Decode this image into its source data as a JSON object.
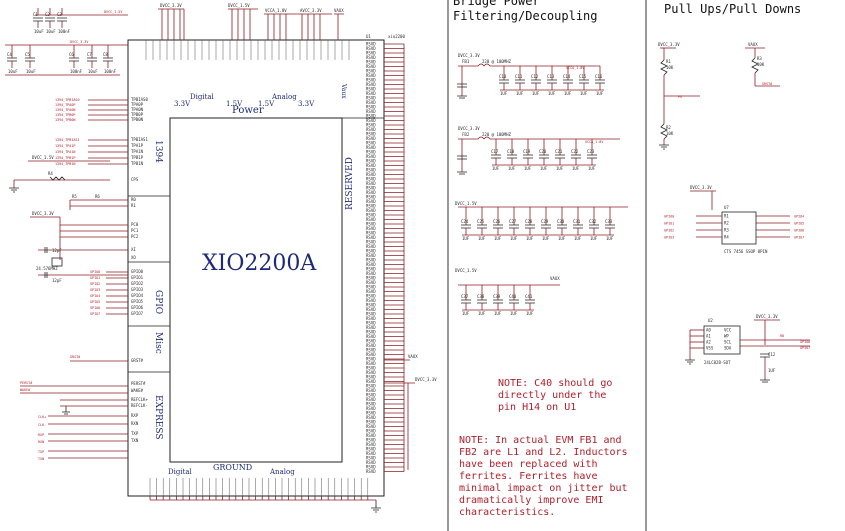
{
  "chip": {
    "name": "XIO2200A",
    "block_1394": "1394",
    "block_gpio": "GPIO",
    "block_misc": "Misc",
    "block_express": "EXPRESS",
    "block_reserved": "RESERVED",
    "power": "Power",
    "digital_top": "Digital",
    "analog_top": "Analog",
    "v33_left": "3.3V",
    "v15_a": "1.5V",
    "v15_b": "1.5V",
    "v33_right": "3.3V",
    "vaux": "Vaux",
    "ground": "GROUND",
    "digital_bottom": "Digital",
    "analog_bottom": "Analog",
    "ref": "U1",
    "part": "xio2200"
  },
  "left_nets": {
    "dvcc_top": "DVCC_3.3V",
    "dvcc_15": "DVCC_1.5V",
    "avcc_33": "AVCC_3.3V",
    "avcc_15": "VCCA_1.8V",
    "vaux": "VAUX",
    "tpb": [
      "1394_TPBIAS0",
      "1394_TPA0P",
      "1394_TPA0N",
      "1394_TPB0P",
      "1394_TPB0N"
    ],
    "tpb2": [
      "1394_TPBIAS1",
      "1394_TPA1P",
      "1394_TPA1N",
      "1394_TPB1P",
      "1394_TPB1N"
    ],
    "dvcc_left": "DVCC_1.5V",
    "r4": "R4",
    "r5": "R5",
    "r6": "R6",
    "dvcc_mid": "DVCC_3.3V",
    "c_labels": [
      "C1",
      "C2",
      "C3",
      "C4",
      "C5",
      "C6",
      "C7",
      "C8"
    ],
    "cap_vals": [
      "10uF",
      "10uF",
      "100nF",
      "10uF",
      "10uF",
      "100nF",
      "10uF",
      "100nF"
    ],
    "crystal": "24.576MHZ",
    "c_xtal_a": "12pF",
    "c_xtal_b": "12pF",
    "gpio": [
      "GPIO0",
      "GPIO1",
      "GPIO2",
      "GPIO3",
      "GPIO4",
      "GPIO5",
      "GPIO6",
      "GPIO7"
    ],
    "grst": "GRST#",
    "perst": "PERST#",
    "wake": "WAKE#",
    "clk": [
      "CLK+",
      "CLK-"
    ],
    "rxp": [
      "RXP",
      "RXN"
    ],
    "txp": [
      "TXP",
      "TXN"
    ]
  },
  "chip_pins_left": [
    "TPBIAS0",
    "TPA0P",
    "TPA0N",
    "TPB0P",
    "TPB0N",
    "TPBIAS1",
    "TPA1P",
    "TPA1N",
    "TPB1P",
    "TPB1N",
    "CPS",
    "R0",
    "R1",
    "PC0",
    "PC1",
    "PC2",
    "XI",
    "XO",
    "GPIO0",
    "GPIO1",
    "GPIO2",
    "GPIO3",
    "GPIO4",
    "GPIO5",
    "GPIO6",
    "GPIO7",
    "GRST#",
    "PERST#",
    "WAKE#",
    "REFCLK+",
    "REFCLK-",
    "RXP",
    "RXN",
    "TXP",
    "TXN"
  ],
  "reserved_rows": 96,
  "sections": {
    "bridge_title_1": "Bridge Power",
    "bridge_title_2": "Filtering/Decoupling",
    "pull_title": "Pull Ups/Pull Downs"
  },
  "bridge": {
    "dvcc33": "DVCC_3.3V",
    "fb1": "FB1",
    "fb1_val": "220 @ 100MHZ",
    "vcca18": "VCCA_1.8V",
    "fb2": "FB2",
    "fb2_val": "220 @ 100MHZ",
    "dvcc15": "DVCC_1.5V",
    "vaux": "VAUX",
    "cap_refs_1": [
      "C10",
      "C11",
      "C12",
      "C13",
      "C14",
      "C15",
      "C16"
    ],
    "cap_refs_2": [
      "C17",
      "C18",
      "C19",
      "C20",
      "C21",
      "C22",
      "C23"
    ],
    "cap_refs_3": [
      "C24",
      "C25",
      "C26",
      "C27",
      "C28",
      "C29",
      "C30",
      "C31",
      "C32",
      "C33"
    ],
    "cap_refs_4": [
      "C37",
      "C38",
      "C39",
      "C40",
      "C41"
    ],
    "cap_val": "1UF",
    "cap_val_small": "10UF"
  },
  "pulls": {
    "dvcc": "DVCC_3.3V",
    "vaux": "VAUX",
    "r1": "R1",
    "r2": "R2",
    "r3": "R3",
    "r_val": "10K",
    "grst": "GRST#",
    "ps": "PS",
    "u7": "U7",
    "u7_part": "CTS 7456 SSOP 8PIN",
    "u7_pins": [
      "R1",
      "R2",
      "R3",
      "R4"
    ],
    "gpio_l": [
      "GPIO0",
      "GPIO1",
      "GPIO2",
      "GPIO3"
    ],
    "gpio_r": [
      "GPIO4",
      "GPIO5",
      "GPIO6",
      "GPIO7"
    ],
    "u2": "U2",
    "u2_part": "24LC02B-SOT",
    "u2_pins": [
      "A0",
      "A1",
      "A2",
      "VSS",
      "VCC",
      "WP",
      "SCL",
      "SDA"
    ],
    "c12": "C12",
    "c12_val": "1UF",
    "r8": "R8",
    "r9": "R9",
    "gpio_ee": [
      "GPIO6",
      "GPIO7"
    ]
  },
  "notes": {
    "note1": [
      "NOTE: C40 should go",
      "directly under the",
      "pin H14 on U1"
    ],
    "note2": [
      "NOTE: In actual EVM FB1 and",
      "FB2 are L1 and L2.  Inductors",
      "have been replaced with",
      "ferrites.  Ferrites have",
      "minimal impact on jitter but",
      "dramatically improve EMI",
      "characteristics."
    ]
  }
}
